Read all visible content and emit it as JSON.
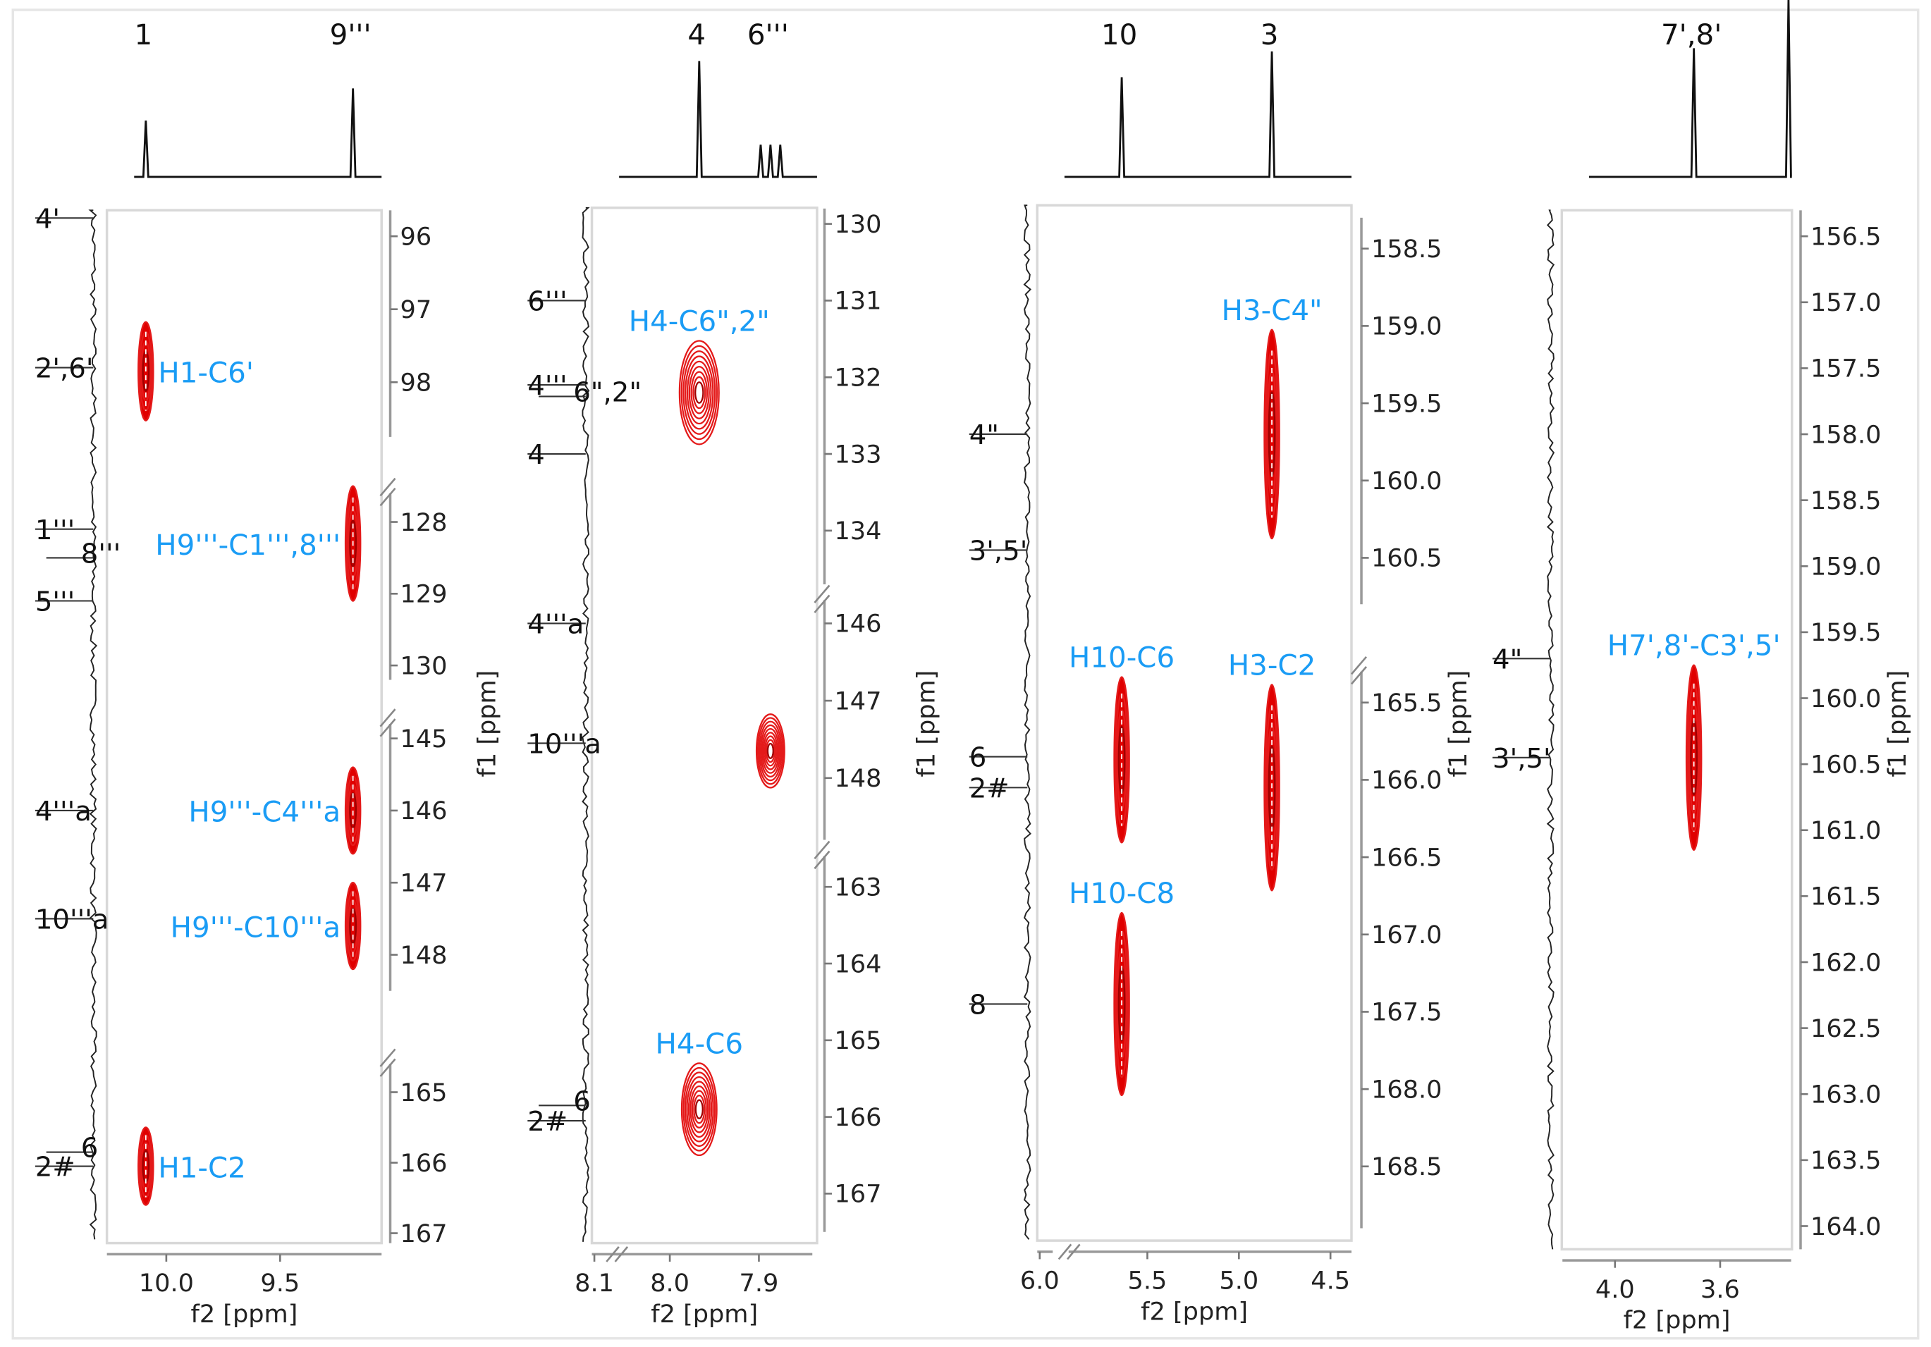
{
  "chart_data": {
    "type": "heatmap",
    "description_kind": "2D HMBC contour plots with 1D projections",
    "colors": {
      "contour": "#e00000",
      "peak_label": "#1a9cf5",
      "axis": "#888888",
      "trace": "#111111"
    },
    "panels": [
      {
        "xlabel": "f2 [ppm]",
        "ylabel": "f1 [ppm]",
        "x_ticks": [
          "10.0",
          "9.5"
        ],
        "x_tick_values": [
          10.0,
          9.5
        ],
        "y_tick_labels": [
          "96",
          "97",
          "98",
          "128",
          "129",
          "130",
          "145",
          "146",
          "147",
          "148",
          "165",
          "166",
          "167"
        ],
        "y_tick_values": [
          96,
          97,
          98,
          128,
          129,
          130,
          145,
          146,
          147,
          148,
          165,
          166,
          167
        ],
        "y_axis_breaks": true,
        "top_peaks": [
          {
            "label": "1",
            "f2": 10.09,
            "intensity": 0.35
          },
          {
            "label": "9'''",
            "f2": 9.18,
            "intensity": 0.55
          }
        ],
        "side_peaks": [
          {
            "label": "4'",
            "f1": 95.75,
            "side": "left"
          },
          {
            "label": "2',6'",
            "f1": 97.8,
            "side": "left"
          },
          {
            "label": "1'''",
            "f1": 128.1,
            "side": "left"
          },
          {
            "label": "8'''",
            "f1": 128.5,
            "side": "right"
          },
          {
            "label": "5'''",
            "f1": 129.1,
            "side": "left"
          },
          {
            "label": "4'''a",
            "f1": 146.0,
            "side": "left"
          },
          {
            "label": "10'''a",
            "f1": 147.5,
            "side": "left"
          },
          {
            "label": "6",
            "f1": 165.85,
            "side": "right"
          },
          {
            "label": "2#",
            "f1": 166.05,
            "side": "left"
          }
        ],
        "cross_peaks": [
          {
            "label": "H1-C6'",
            "f2": 10.09,
            "f1": 97.85,
            "f1_span": 1.35,
            "shape": "narrow",
            "label_side": "right"
          },
          {
            "label": "H9'''-C1''',8'''",
            "f2": 9.18,
            "f1": 128.3,
            "f1_span": 1.6,
            "shape": "narrow",
            "label_side": "left"
          },
          {
            "label": "H9'''-C4'''a",
            "f2": 9.18,
            "f1": 146.0,
            "f1_span": 1.2,
            "shape": "narrow",
            "label_side": "left"
          },
          {
            "label": "H9'''-C10'''a",
            "f2": 9.18,
            "f1": 147.6,
            "f1_span": 1.2,
            "shape": "narrow",
            "label_side": "left"
          },
          {
            "label": "H1-C2",
            "f2": 10.09,
            "f1": 166.05,
            "f1_span": 1.1,
            "shape": "narrow",
            "label_side": "right"
          }
        ]
      },
      {
        "xlabel": "f2 [ppm]",
        "ylabel": "f1 [ppm]",
        "x_ticks": [
          "8.1",
          "8.0",
          "7.9"
        ],
        "x_tick_values": [
          8.1,
          8.0,
          7.9
        ],
        "y_tick_labels": [
          "130",
          "131",
          "132",
          "133",
          "134",
          "146",
          "147",
          "148",
          "163",
          "164",
          "165",
          "166",
          "167"
        ],
        "y_tick_values": [
          130,
          131,
          132,
          133,
          134,
          146,
          147,
          148,
          163,
          164,
          165,
          166,
          167
        ],
        "y_axis_breaks": true,
        "top_peaks": [
          {
            "label": "4",
            "f2": 7.967,
            "intensity": 0.72
          },
          {
            "label": "6'''",
            "f2": 7.887,
            "intensity": 0.2,
            "multiplet": [
              7.898,
              7.887,
              7.876
            ]
          }
        ],
        "side_peaks": [
          {
            "label": "6'''",
            "f1": 131.0,
            "side": "left"
          },
          {
            "label": "4'''",
            "f1": 132.1,
            "side": "left"
          },
          {
            "label": "6\",2\"",
            "f1": 132.25,
            "side": "right"
          },
          {
            "label": "4",
            "f1": 133.0,
            "side": "left"
          },
          {
            "label": "4'''a",
            "f1": 146.0,
            "side": "left"
          },
          {
            "label": "10'''a",
            "f1": 147.55,
            "side": "left"
          },
          {
            "label": "6",
            "f1": 165.85,
            "side": "right"
          },
          {
            "label": "2#",
            "f1": 166.05,
            "side": "left"
          }
        ],
        "cross_peaks": [
          {
            "label": "H4-C6\",2\"",
            "f2": 7.967,
            "f1": 132.2,
            "f1_span": 1.35,
            "shape": "round",
            "label_side": "above"
          },
          {
            "label": "",
            "f2": 7.887,
            "f1": 147.65,
            "f1_span": 0.95,
            "shape": "round",
            "label_side": "none"
          },
          {
            "label": "H4-C6",
            "f2": 7.967,
            "f1": 165.9,
            "f1_span": 1.2,
            "shape": "round",
            "label_side": "above"
          }
        ]
      },
      {
        "xlabel": "f2 [ppm]",
        "ylabel": "f1 [ppm]",
        "x_ticks": [
          "6.0",
          "5.5",
          "5.0",
          "4.5"
        ],
        "x_tick_values": [
          6.0,
          5.5,
          5.0,
          4.5
        ],
        "y_tick_labels": [
          "158.5",
          "159.0",
          "159.5",
          "160.0",
          "160.5",
          "165.5",
          "166.0",
          "166.5",
          "167.0",
          "167.5",
          "168.0",
          "168.5"
        ],
        "y_tick_values": [
          158.5,
          159.0,
          159.5,
          160.0,
          160.5,
          165.5,
          166.0,
          166.5,
          167.0,
          167.5,
          168.0,
          168.5
        ],
        "y_axis_breaks": true,
        "top_peaks": [
          {
            "label": "10",
            "f2": 5.64,
            "intensity": 0.62
          },
          {
            "label": "3",
            "f2": 4.82,
            "intensity": 0.78
          }
        ],
        "side_peaks": [
          {
            "label": "4\"",
            "f1": 159.7,
            "side": "left"
          },
          {
            "label": "3',5'",
            "f1": 160.45,
            "side": "left"
          },
          {
            "label": "6",
            "f1": 165.85,
            "side": "left"
          },
          {
            "label": "2#",
            "f1": 166.05,
            "side": "left"
          },
          {
            "label": "8",
            "f1": 167.45,
            "side": "left"
          }
        ],
        "cross_peaks": [
          {
            "label": "H3-C4\"",
            "f2": 4.82,
            "f1": 159.7,
            "f1_span": 1.35,
            "shape": "narrow",
            "label_side": "above"
          },
          {
            "label": "H10-C6",
            "f2": 5.64,
            "f1": 165.87,
            "f1_span": 1.07,
            "shape": "narrow",
            "label_side": "above"
          },
          {
            "label": "H3-C2",
            "f2": 4.82,
            "f1": 166.05,
            "f1_span": 1.33,
            "shape": "narrow",
            "label_side": "above"
          },
          {
            "label": "H10-C8",
            "f2": 5.64,
            "f1": 167.45,
            "f1_span": 1.18,
            "shape": "narrow",
            "label_side": "above"
          }
        ]
      },
      {
        "xlabel": "f2 [ppm]",
        "ylabel": "f1 [ppm]",
        "x_ticks": [
          "4.0",
          "3.6"
        ],
        "x_tick_values": [
          4.0,
          3.6
        ],
        "y_tick_labels": [
          "156.5",
          "157.0",
          "157.5",
          "158.0",
          "158.5",
          "159.0",
          "159.5",
          "160.0",
          "160.5",
          "161.0",
          "161.5",
          "162.0",
          "162.5",
          "163.0",
          "163.5",
          "164.0"
        ],
        "y_tick_values": [
          156.5,
          157.0,
          157.5,
          158.0,
          158.5,
          159.0,
          159.5,
          160.0,
          160.5,
          161.0,
          161.5,
          162.0,
          162.5,
          163.0,
          163.5,
          164.0
        ],
        "y_axis_breaks": false,
        "top_peaks": [
          {
            "label": "7',8'",
            "f2": 3.7,
            "intensity": 0.8
          },
          {
            "label": "",
            "f2": 3.34,
            "intensity": 1.1
          }
        ],
        "side_peaks": [
          {
            "label": "4\"",
            "f1": 159.7,
            "side": "left"
          },
          {
            "label": "3',5'",
            "f1": 160.45,
            "side": "left"
          }
        ],
        "cross_peaks": [
          {
            "label": "H7',8'-C3',5'",
            "f2": 3.7,
            "f1": 160.45,
            "f1_span": 1.4,
            "shape": "narrow",
            "label_side": "above"
          }
        ]
      }
    ]
  }
}
